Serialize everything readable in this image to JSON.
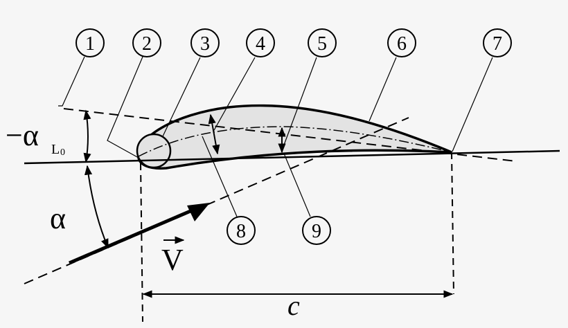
{
  "callouts": [
    "1",
    "2",
    "3",
    "4",
    "5",
    "6",
    "7",
    "8",
    "9"
  ],
  "symbols": {
    "zero_lift_angle": "−α",
    "zero_lift_subscript": "L",
    "zero_lift_subsubscript": "0",
    "angle_of_attack": "α",
    "velocity": "V",
    "chord": "c"
  },
  "colors": {
    "airfoil_fill": "#e3e3e3",
    "line": "#000000",
    "background": "#f6f6f6"
  }
}
